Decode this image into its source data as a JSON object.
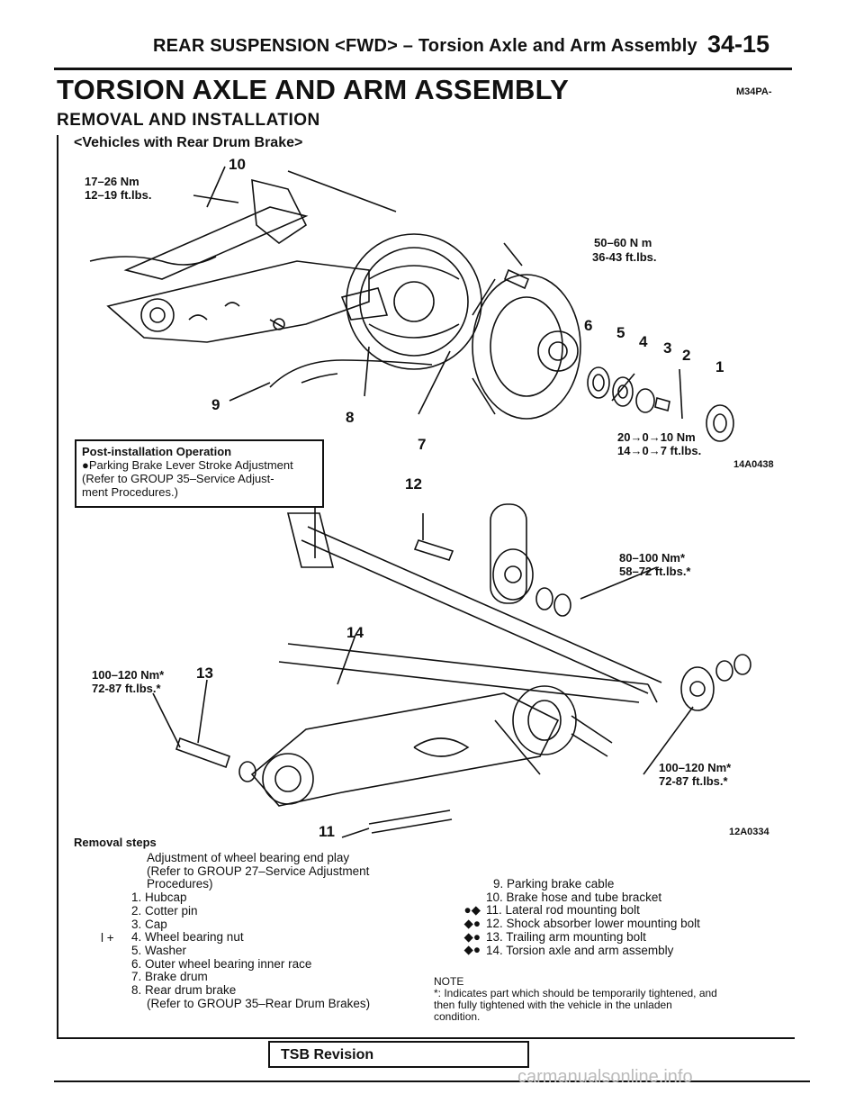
{
  "header": {
    "section_title": "REAR SUSPENSION <FWD> – Torsion Axle and Arm Assembly",
    "page_number": "34-15"
  },
  "title": "TORSION AXLE AND ARM ASSEMBLY",
  "doc_code": "M34PA-",
  "subtitle": "REMOVAL AND INSTALLATION",
  "vehicle_note": "<Vehicles with Rear Drum Brake>",
  "callouts": {
    "c10": "10",
    "torque_17_26": "17–26 Nm",
    "torque_12_19": "12–19 ft.lbs.",
    "torque_50_60_nm": "50–60 N m",
    "torque_36_43": "36-43 ft.lbs.",
    "n6": "6",
    "n5": "5",
    "n4": "4",
    "n3": "3",
    "n2": "2",
    "n1": "1",
    "n9": "9",
    "n8": "8",
    "n7": "7",
    "n12": "12",
    "n14": "14",
    "n13": "13",
    "n11": "11",
    "torque_20_0_10": "20→0→10 Nm",
    "torque_14_0_7": "14→0→7 ft.lbs.",
    "fig1": "14A0438",
    "torque_80_100": "80–100 Nm*",
    "torque_58_72": "58–72 ft.lbs.*",
    "torque_100_120_a": "100–120 Nm*",
    "torque_72_87_a": "72-87 ft.lbs.*",
    "torque_100_120_b": "100–120 Nm*",
    "torque_72_87_b": "72-87 ft.lbs.*",
    "fig2": "12A0334"
  },
  "post_installation": {
    "heading": "Post-installation Operation",
    "line1": "●Parking Brake Lever Stroke Adjustment",
    "line2": "(Refer to GROUP 35–Service Adjust-",
    "line3": "ment Procedures.)"
  },
  "removal_steps": {
    "heading": "Removal steps",
    "left": [
      "Adjustment of wheel bearing end play",
      "(Refer to GROUP 27–Service Adjustment",
      "Procedures)",
      "1. Hubcap",
      "2. Cotter pin",
      "3. Cap",
      "4. Wheel bearing nut",
      "5. Washer",
      "6. Outer wheel bearing inner race",
      "7. Brake drum",
      "8. Rear drum brake",
      "(Refer to GROUP 35–Rear Drum Brakes)"
    ],
    "left_marker": "l +",
    "right": [
      "9. Parking brake cable",
      "10. Brake hose and tube bracket",
      "11. Lateral rod mounting bolt",
      "12. Shock absorber lower mounting bolt",
      "13. Trailing arm mounting bolt",
      "14. Torsion axle and arm assembly"
    ],
    "right_markers": [
      "",
      "",
      "●◆",
      "◆●",
      "◆●",
      "◆●"
    ]
  },
  "note": {
    "label": "NOTE",
    "line1": "*: Indicates part which should be temporarily tightened, and",
    "line2": "then fully tightened with the vehicle in the unladen",
    "line3": "condition."
  },
  "footer": {
    "tsb": "TSB Revision",
    "watermark": "carmanualsonline.info"
  }
}
